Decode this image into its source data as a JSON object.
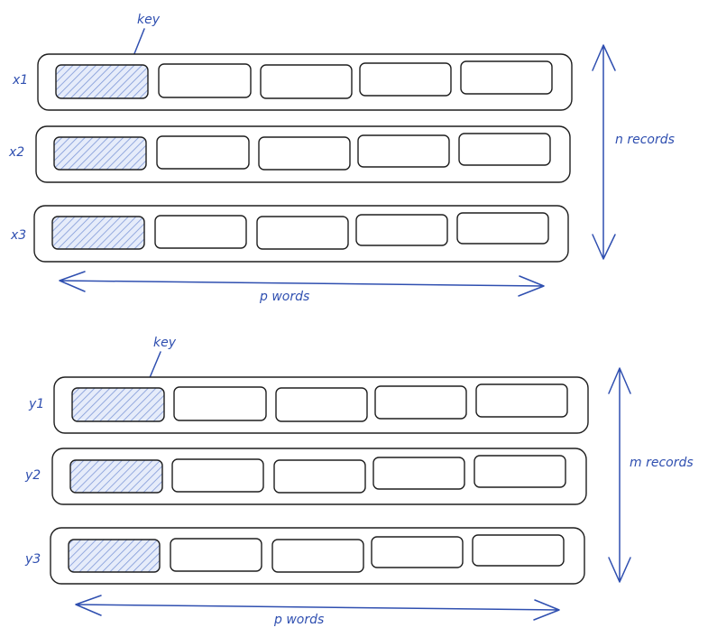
{
  "colors": {
    "ink": "#1e1e1e",
    "accent": "#2f4fb0",
    "hatch": "#9fb3e6"
  },
  "groups": [
    {
      "key_label": "key",
      "row_labels": [
        "x1",
        "x2",
        "x3"
      ],
      "count_label": "n records",
      "width_label": "p words"
    },
    {
      "key_label": "key",
      "row_labels": [
        "y1",
        "y2",
        "y3"
      ],
      "count_label": "m records",
      "width_label": "p words"
    }
  ]
}
